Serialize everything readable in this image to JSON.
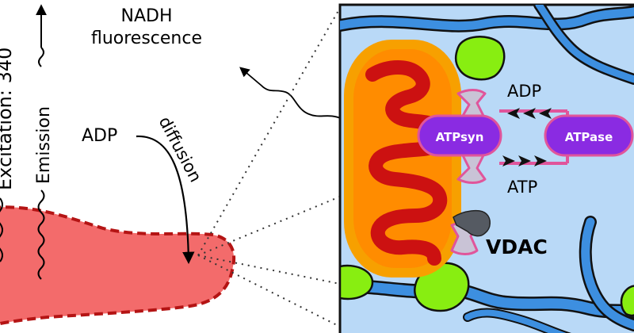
{
  "labels": {
    "excitation": "Excitation: 340",
    "emission": "Emission",
    "nadh_line1": "NADH",
    "nadh_line2": "fluorescence",
    "adp_left": "ADP",
    "diffusion": "diffusion",
    "adp_right": "ADP",
    "atp": "ATP",
    "atpsyn": "ATPsyn",
    "atpase": "ATPase",
    "vdac": "VDAC"
  },
  "colors": {
    "cell_fill": "#f36b6b",
    "cell_border": "#b41414",
    "zoom_background": "#b9d9f7",
    "zoom_border": "#111111",
    "membrane_network": "#3d8fe0",
    "green_blobs": "#88ee11",
    "mitochondrion_outer": "#f7a000",
    "mitochondrion_inner": "#ff8c00",
    "cristae": "#cc1111",
    "pill_fill": "#8a2be2",
    "pill_border": "#e0559b",
    "channel": "#c9c3d6",
    "channel_border": "#e0559b",
    "vdac_gray": "#555a62"
  }
}
